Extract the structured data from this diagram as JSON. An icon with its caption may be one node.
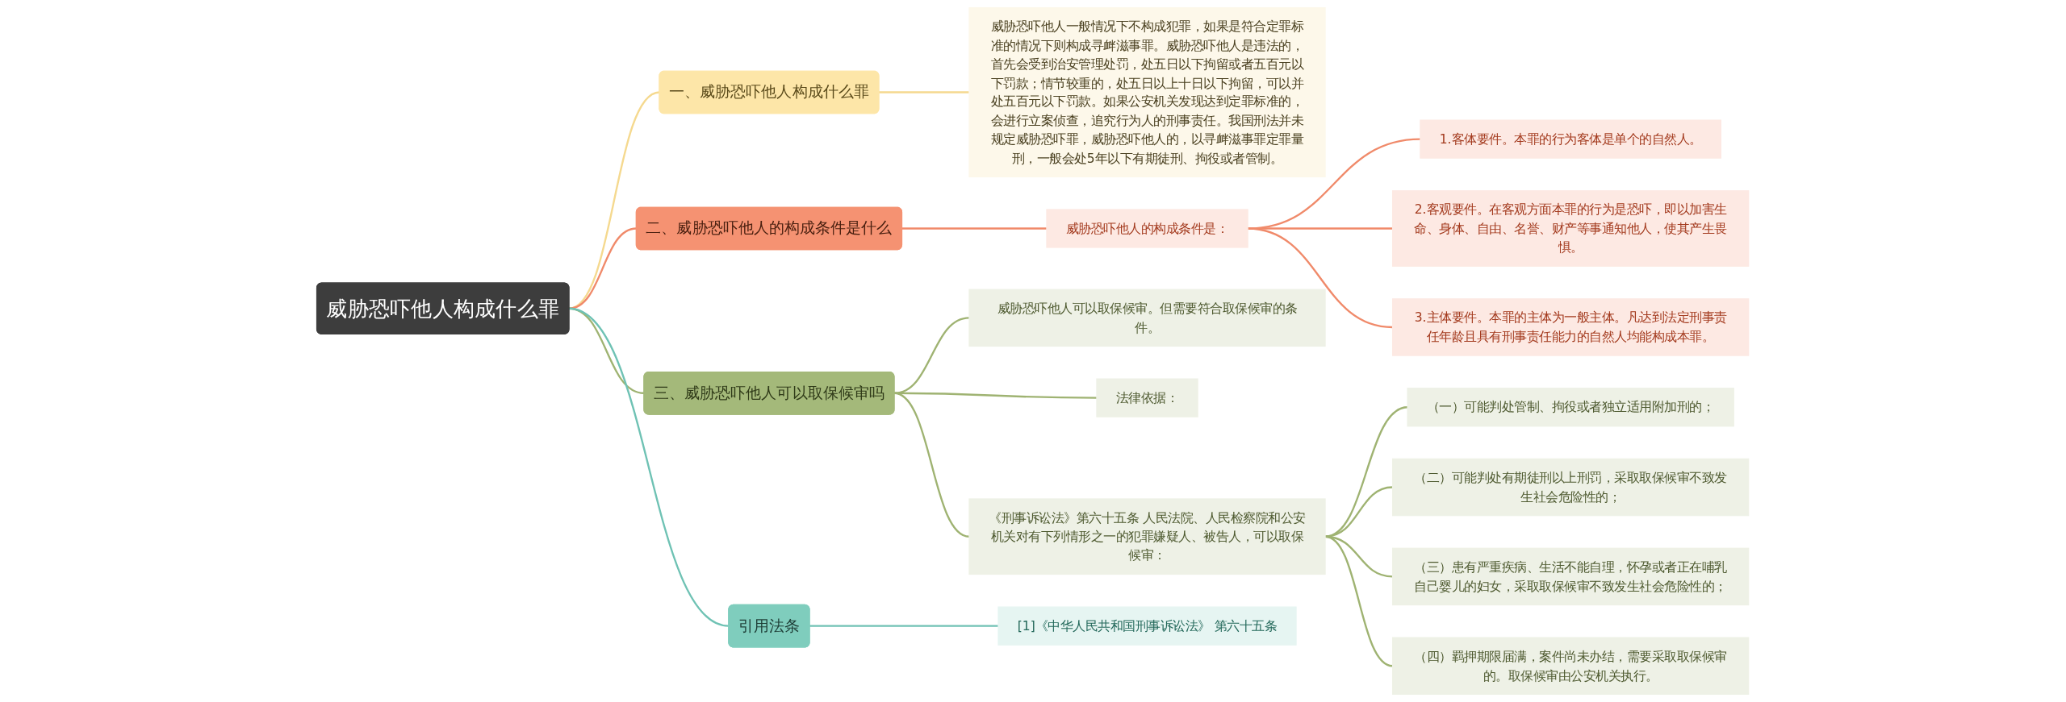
{
  "diagram": {
    "nodes": [
      {
        "text": [
          "威胁恐吓他人构成什么罪"
        ]
      },
      {
        "text": [
          "一、威胁恐吓他人构成什么罪"
        ]
      },
      {
        "text": [
          "威胁恐吓他人一般情况下不构成犯罪，如果是符合定罪标准的情况下则构成寻衅滋事罪。威胁恐吓他人是违法的，首先会受到治安管理处罚，处五日以下拘留或者五百元以下罚款；情节较重的，处五日以上十日以下拘留，可以并处五百元以下罚款。如果公安机关发现达到定罪标准的，会进行立案侦查，追究行为人的刑事责任。我国刑法并未规定威胁恐吓罪，威胁恐吓他人的，以寻衅滋事罪定罪量刑，一般会处5年以下有期徒刑、拘役或者管制。"
        ]
      },
      {
        "text": [
          "二、威胁恐吓他人的构成条件是什么"
        ]
      },
      {
        "text": [
          "威胁恐吓他人的构成条件是："
        ]
      },
      {
        "text": [
          "1.客体要件。本罪的行为客体是单个的自然人。"
        ]
      },
      {
        "text": [
          "2.客观要件。在客观方面本罪的行为是恐吓，即以加害生命、身体、自由、名誉、财产等事通知他人，使其产生畏惧。"
        ]
      },
      {
        "text": [
          "3.主体要件。本罪的主体为一般主体。凡达到法定刑事责任年龄且具有刑事责任能力的自然人均能构成本罪。"
        ]
      },
      {
        "text": [
          "三、威胁恐吓他人可以取保候审吗"
        ]
      },
      {
        "text": [
          "威胁恐吓他人可以取保候审。但需要符合取保候审的条件。"
        ]
      },
      {
        "text": [
          "法律依据："
        ]
      },
      {
        "text": [
          "《刑事诉讼法》第六十五条 人民法院、人民检察院和公安机关对有下列情形之一的犯罪嫌疑人、被告人，可以取保候审："
        ]
      },
      {
        "text": [
          "（一）可能判处管制、拘役或者独立适用附加刑的；"
        ]
      },
      {
        "text": [
          "（二）可能判处有期徒刑以上刑罚，采取取保候审不致发生社会危险性的；"
        ]
      },
      {
        "text": [
          "（三）患有严重疾病、生活不能自理，怀孕或者正在哺乳自己婴儿的妇女，采取取保候审不致发生社会危险性的；"
        ]
      },
      {
        "text": [
          "（四）羁押期限届满，案件尚未办结，需要采取取保候审的。取保候审由公安机关执行。"
        ]
      },
      {
        "text": [
          "引用法条"
        ]
      },
      {
        "text": [
          "[1]《中华人民共和国刑事诉讼法》 第六十五条"
        ]
      }
    ],
    "edges": [
      {
        "from": 0,
        "to": 1,
        "arrow": "none",
        "color": "#f5d98f"
      },
      {
        "from": 1,
        "to": 2,
        "arrow": "none",
        "color": "#f5d98f"
      },
      {
        "from": 0,
        "to": 3,
        "arrow": "none",
        "color": "#f08a6a"
      },
      {
        "from": 3,
        "to": 4,
        "arrow": "none",
        "color": "#f08a6a"
      },
      {
        "from": 4,
        "to": 5,
        "arrow": "none",
        "color": "#f08a6a"
      },
      {
        "from": 4,
        "to": 6,
        "arrow": "none",
        "color": "#f08a6a"
      },
      {
        "from": 4,
        "to": 7,
        "arrow": "none",
        "color": "#f08a6a"
      },
      {
        "from": 0,
        "to": 8,
        "arrow": "none"
      },
      {
        "from": 8,
        "to": 9,
        "arrow": "none"
      },
      {
        "from": 8,
        "to": 10,
        "arrow": "none"
      },
      {
        "from": 8,
        "to": 11,
        "arrow": "none"
      },
      {
        "from": 11,
        "to": 12,
        "arrow": "none"
      },
      {
        "from": 11,
        "to": 13,
        "arrow": "none"
      },
      {
        "from": 11,
        "to": 14,
        "arrow": "none"
      },
      {
        "from": 11,
        "to": 15,
        "arrow": "none"
      },
      {
        "from": 0,
        "to": 16,
        "arrow": "none",
        "color": "#6fc2b4"
      },
      {
        "from": 16,
        "to": 17,
        "arrow": "none",
        "color": "#6fc2b4"
      }
    ]
  }
}
